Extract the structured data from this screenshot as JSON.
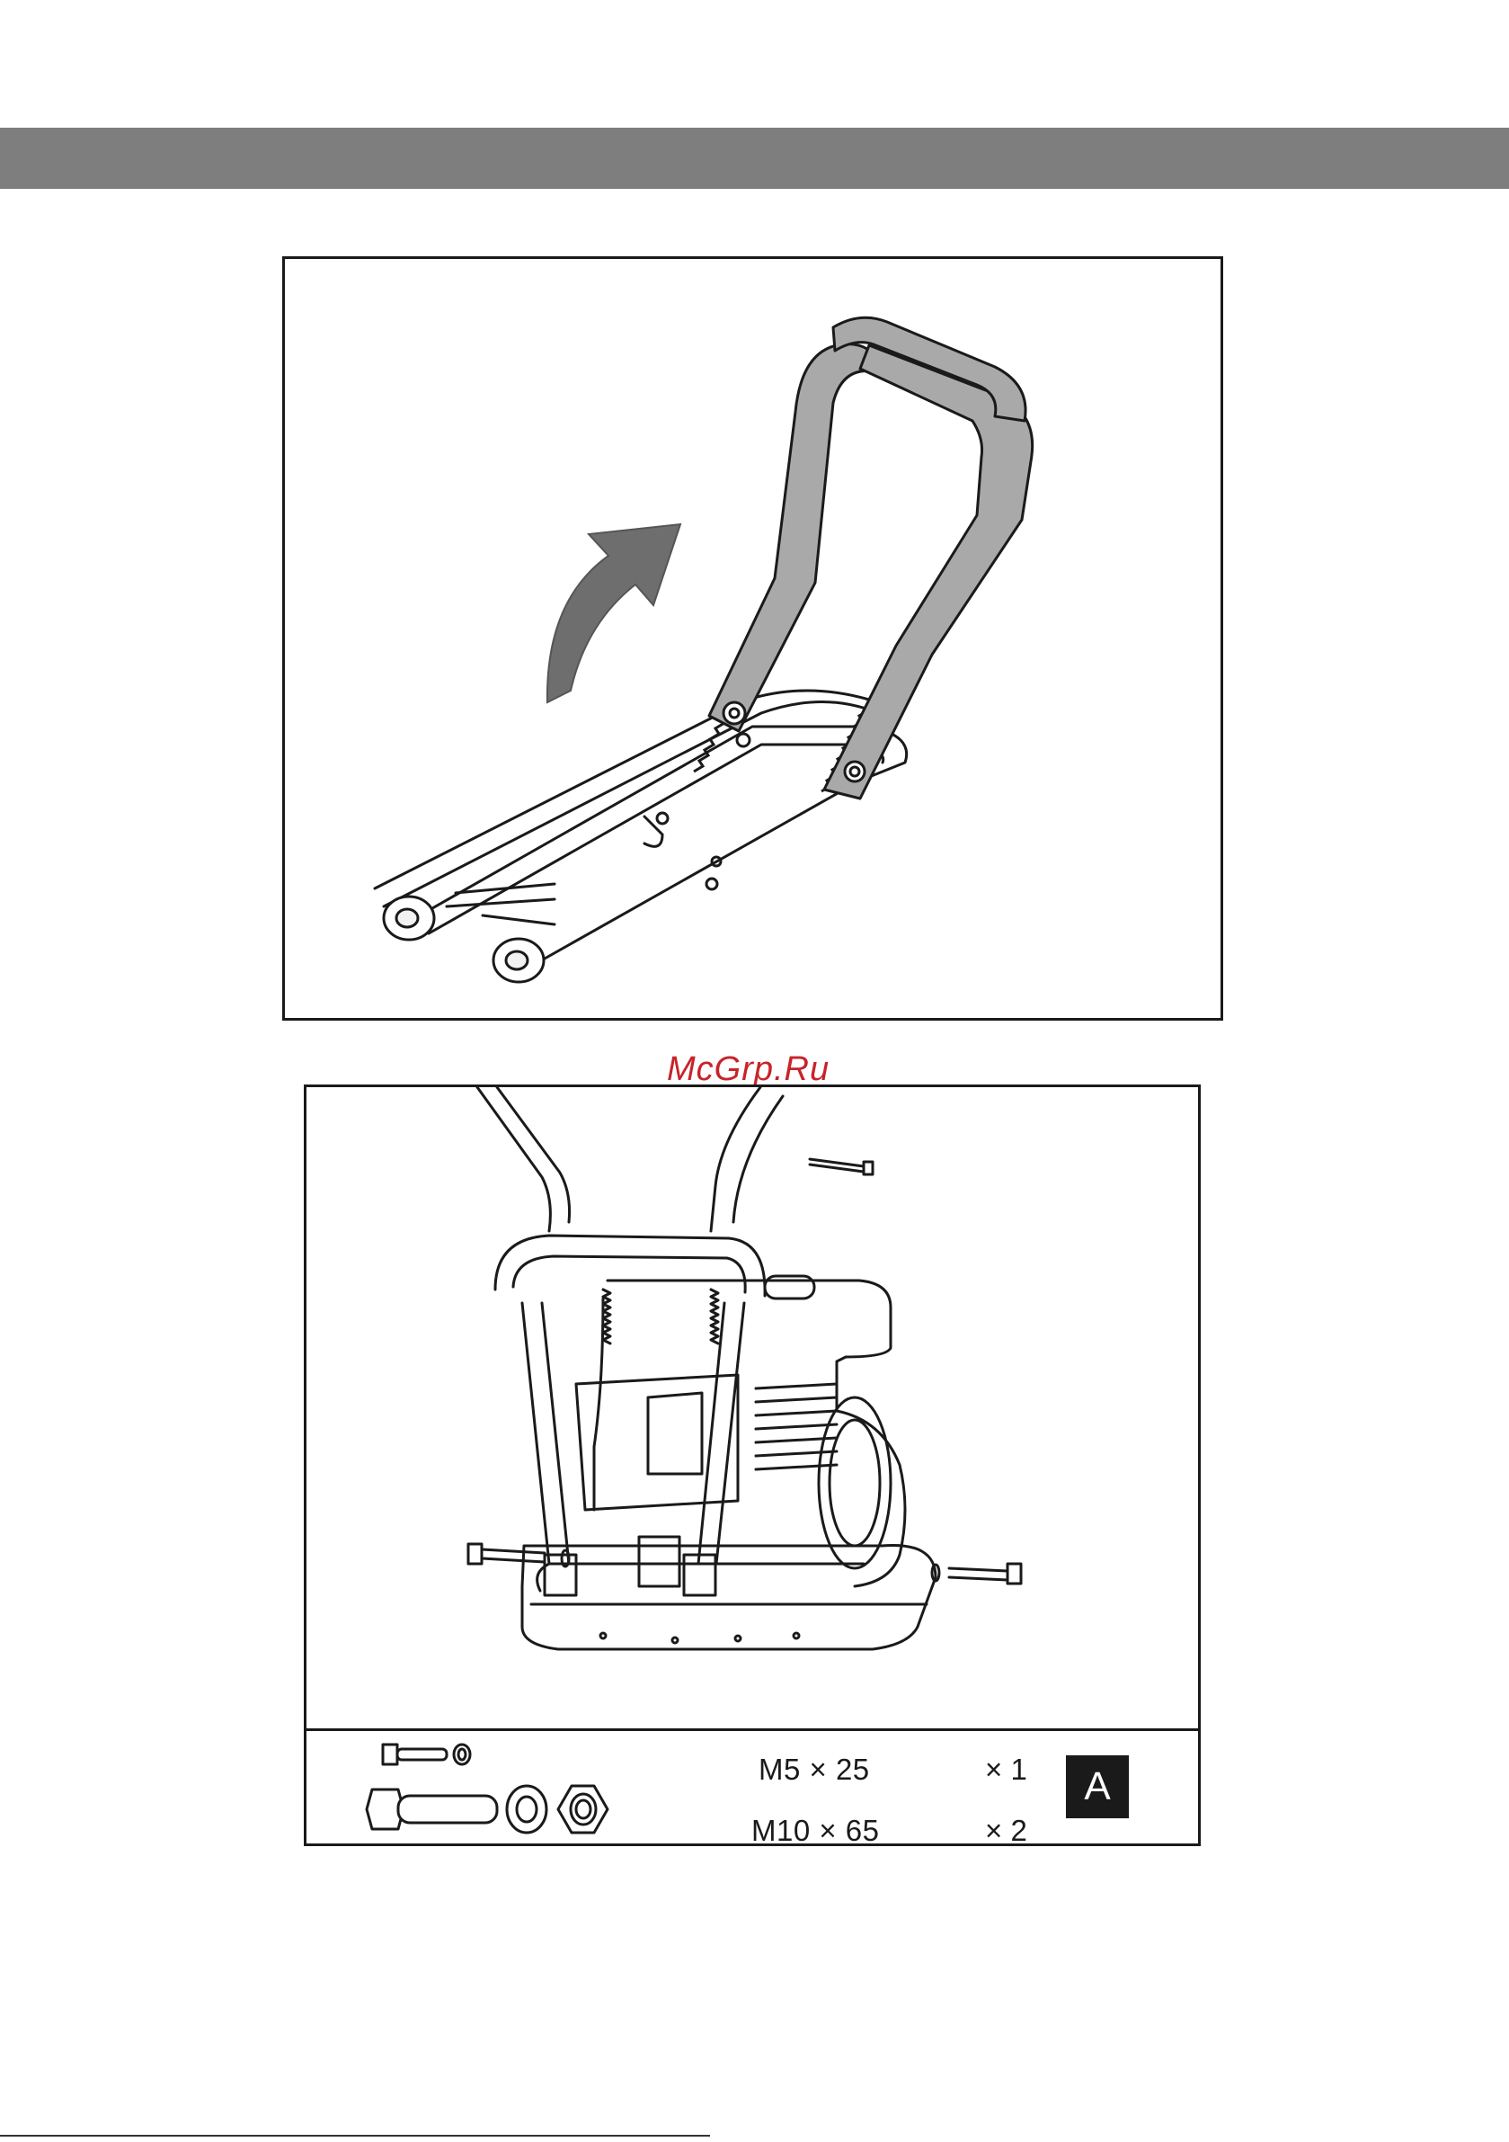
{
  "watermark": "McGrp.Ru",
  "parts": [
    {
      "spec": "M5 × 25",
      "qty": "× 1"
    },
    {
      "spec": "M10 × 65",
      "qty": "× 2"
    }
  ],
  "badge": "A",
  "colors": {
    "header_band": "#7f7e7e",
    "handle_fill": "#a9a9a9",
    "arrow_fill": "#6e6e6e",
    "watermark": "#c8232a",
    "badge_bg": "#1a1a1a"
  },
  "icons": {
    "arrow": "rotate-up-arrow-icon",
    "small_bolt": "bolt-m5-icon",
    "large_bolt": "bolt-m10-icon",
    "washer": "washer-icon",
    "nut": "hex-nut-icon"
  }
}
